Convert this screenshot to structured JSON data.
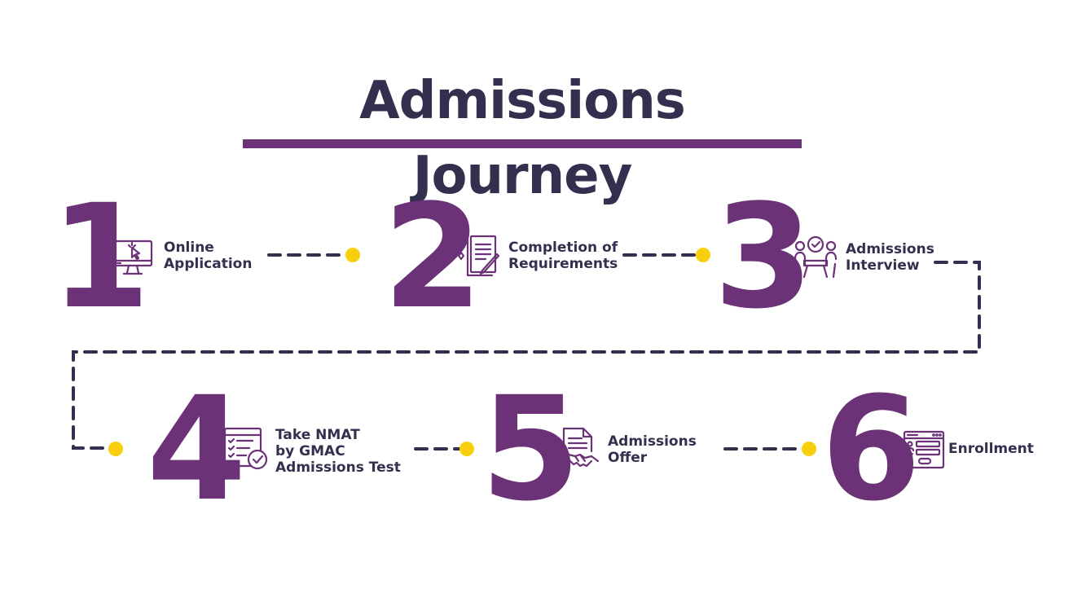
{
  "page": {
    "title": "Admissions Journey"
  },
  "colors": {
    "accent": "#6b3277",
    "text": "#33304f",
    "connector": "#33304f",
    "dot": "#f8cf0c"
  },
  "steps": [
    {
      "number": "1",
      "label": "Online\nApplication",
      "icon": "computer-cursor-icon"
    },
    {
      "number": "2",
      "label": "Completion of\nRequirements",
      "icon": "document-pen-icon"
    },
    {
      "number": "3",
      "label": "Admissions\nInterview",
      "icon": "interview-icon"
    },
    {
      "number": "4",
      "label": "Take NMAT\nby GMAC\nAdmissions Test",
      "icon": "test-checklist-icon"
    },
    {
      "number": "5",
      "label": "Admissions\nOffer",
      "icon": "handshake-contract-icon"
    },
    {
      "number": "6",
      "label": "Enrollment",
      "icon": "enrollment-form-icon"
    }
  ]
}
